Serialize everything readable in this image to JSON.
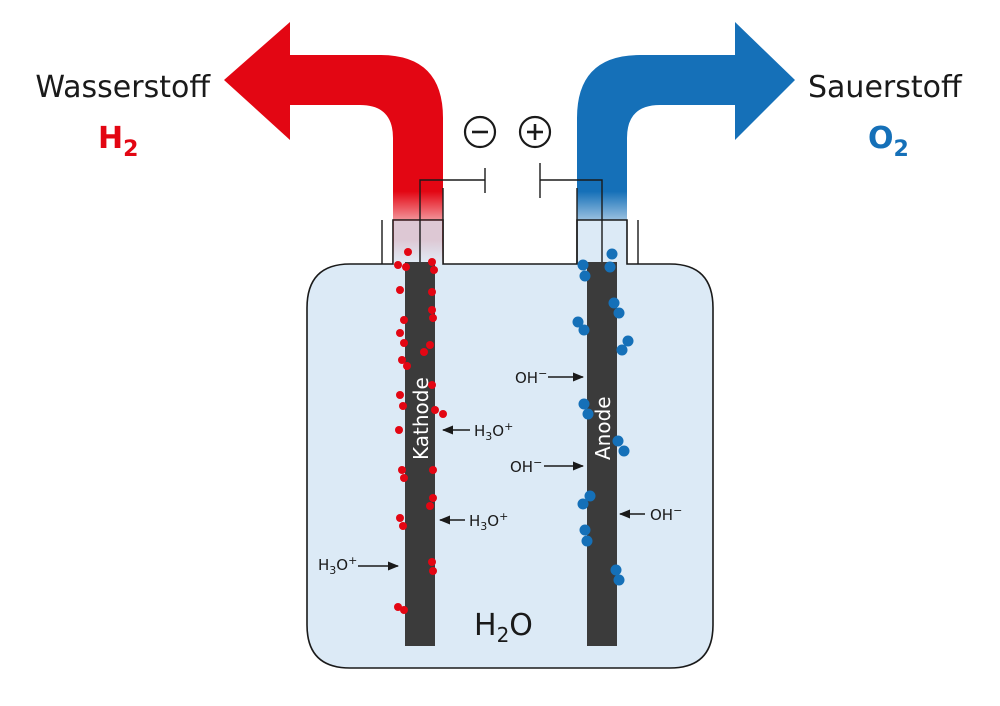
{
  "colors": {
    "hydrogen": "#e30613",
    "oxygen": "#1570b8",
    "water": "#dceaf6",
    "electrode": "#3b3b3b"
  },
  "left_gas": {
    "name": "Wasserstoff",
    "formula_main": "H",
    "formula_sub": "2"
  },
  "right_gas": {
    "name": "Sauerstoff",
    "formula_main": "O",
    "formula_sub": "2"
  },
  "poles": {
    "minus": "−",
    "plus": "+"
  },
  "cathode": {
    "label": "Kathode"
  },
  "anode": {
    "label": "Anode"
  },
  "ions": {
    "h3o": {
      "main": "H",
      "sub": "3",
      "mid": "O",
      "sup": "+"
    },
    "oh": {
      "main": "OH",
      "sup": "−"
    }
  },
  "water": {
    "main": "H",
    "sub": "2",
    "rest": "O"
  }
}
